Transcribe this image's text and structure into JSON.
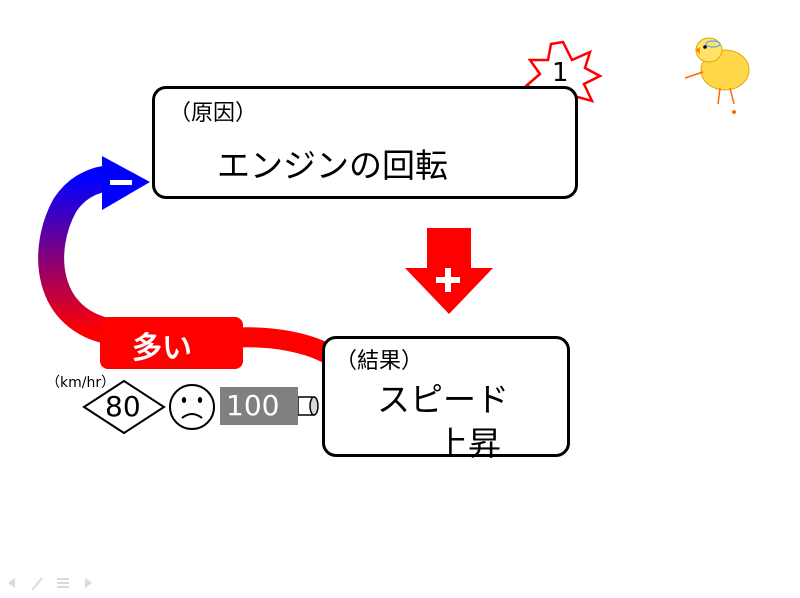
{
  "cause_box": {
    "label": "（原因）",
    "text": "エンジンの回転",
    "trend": "up"
  },
  "result_box": {
    "label": "（結果）",
    "text_line1": "スピード",
    "text_line2": "上昇",
    "trend": "up"
  },
  "causal_link": {
    "sign": "+"
  },
  "feedback_link": {
    "sign": "−",
    "label": "多い"
  },
  "step_badge": "1",
  "speed_indicator": {
    "unit": "（km/hr）",
    "limit_sign": "80",
    "current_speed": "100"
  },
  "colors": {
    "link_red": "#ff0000",
    "feedback_gradient_top": "#0000ff",
    "feedback_gradient_bottom": "#ff0000",
    "value_box_bg": "#808080"
  },
  "icons": [
    "up-arrow-icon",
    "down-arrow-icon",
    "explosion-badge-icon",
    "sad-face-icon",
    "chick-icon",
    "nav-back-icon",
    "pen-icon",
    "menu-icon",
    "nav-forward-icon"
  ]
}
